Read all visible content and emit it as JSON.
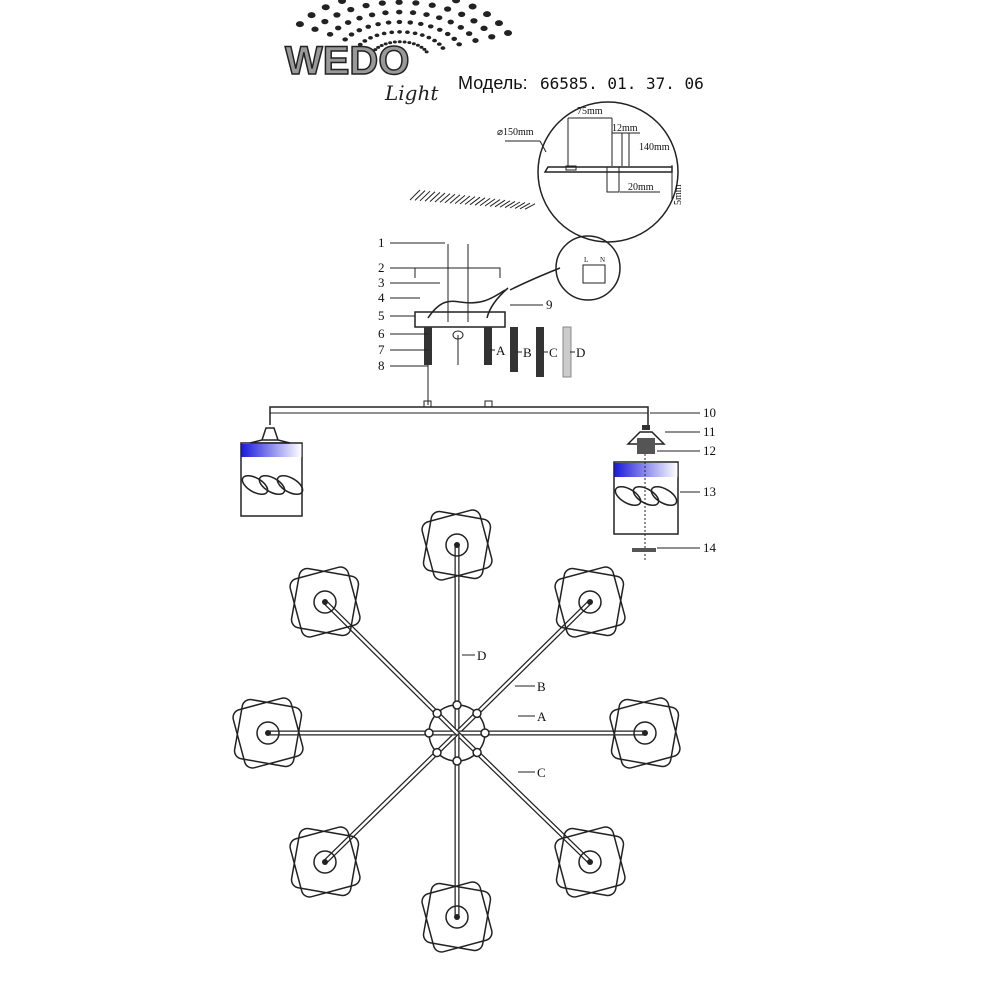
{
  "header": {
    "logo_text": "WEDO",
    "logo_subtext": "Light",
    "model_label": "Модель:",
    "model_number": "66585. 01. 37. 06"
  },
  "bracket_detail": {
    "diameter": "⌀150mm",
    "width": "75mm",
    "slot": "12mm",
    "length": "140mm",
    "height": "20mm",
    "thickness": "5mm"
  },
  "assembly_labels": [
    "1",
    "2",
    "3",
    "4",
    "5",
    "6",
    "7",
    "8",
    "9",
    "10",
    "11",
    "12",
    "13",
    "14"
  ],
  "rod_labels": [
    "A",
    "B",
    "C",
    "D"
  ],
  "terminal_labels": [
    "L",
    "N"
  ],
  "top_view_labels": [
    "D",
    "B",
    "A",
    "C"
  ],
  "colors": {
    "shade_band": "#1a1adc",
    "line": "#222222"
  }
}
